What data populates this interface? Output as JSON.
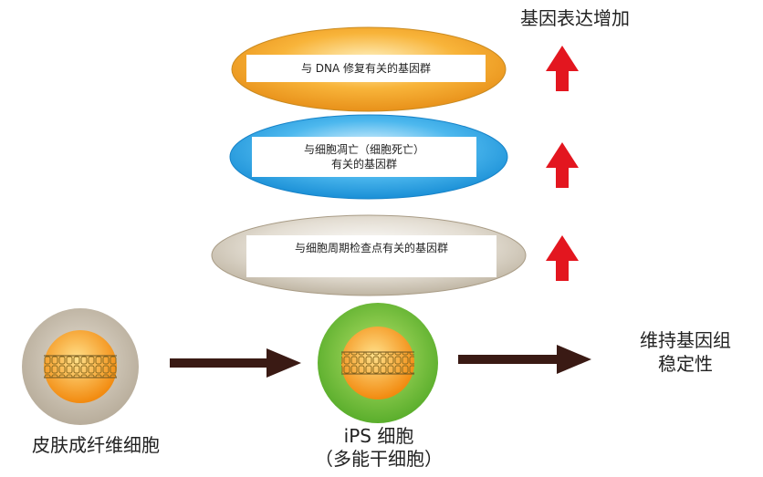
{
  "header": {
    "expression_increase": "基因表达增加"
  },
  "gene_groups": [
    {
      "lines": [
        "与 DNA 修复有关的基因群"
      ],
      "color": "#f6a623"
    },
    {
      "lines": [
        "与细胞凋亡（细胞死亡）",
        "有关的基因群"
      ],
      "color": "#2aa6e8"
    },
    {
      "lines": [
        "与细胞周期检查点有关的基因群"
      ],
      "color": "#c9bfae"
    }
  ],
  "cells": {
    "source": {
      "label": "皮肤成纤维细胞",
      "outer_color": "#cdc4b5",
      "inner_color": "#f7941d"
    },
    "ips": {
      "label_line1": "iPS 细胞",
      "label_line2": "（多能干细胞）",
      "outer_color": "#76c043",
      "inner_color": "#f7941d"
    }
  },
  "result": {
    "line1": "维持基因组",
    "line2": "稳定性"
  },
  "colors": {
    "arrow_up": "#e3161f",
    "arrow_flow": "#3a1a14"
  }
}
